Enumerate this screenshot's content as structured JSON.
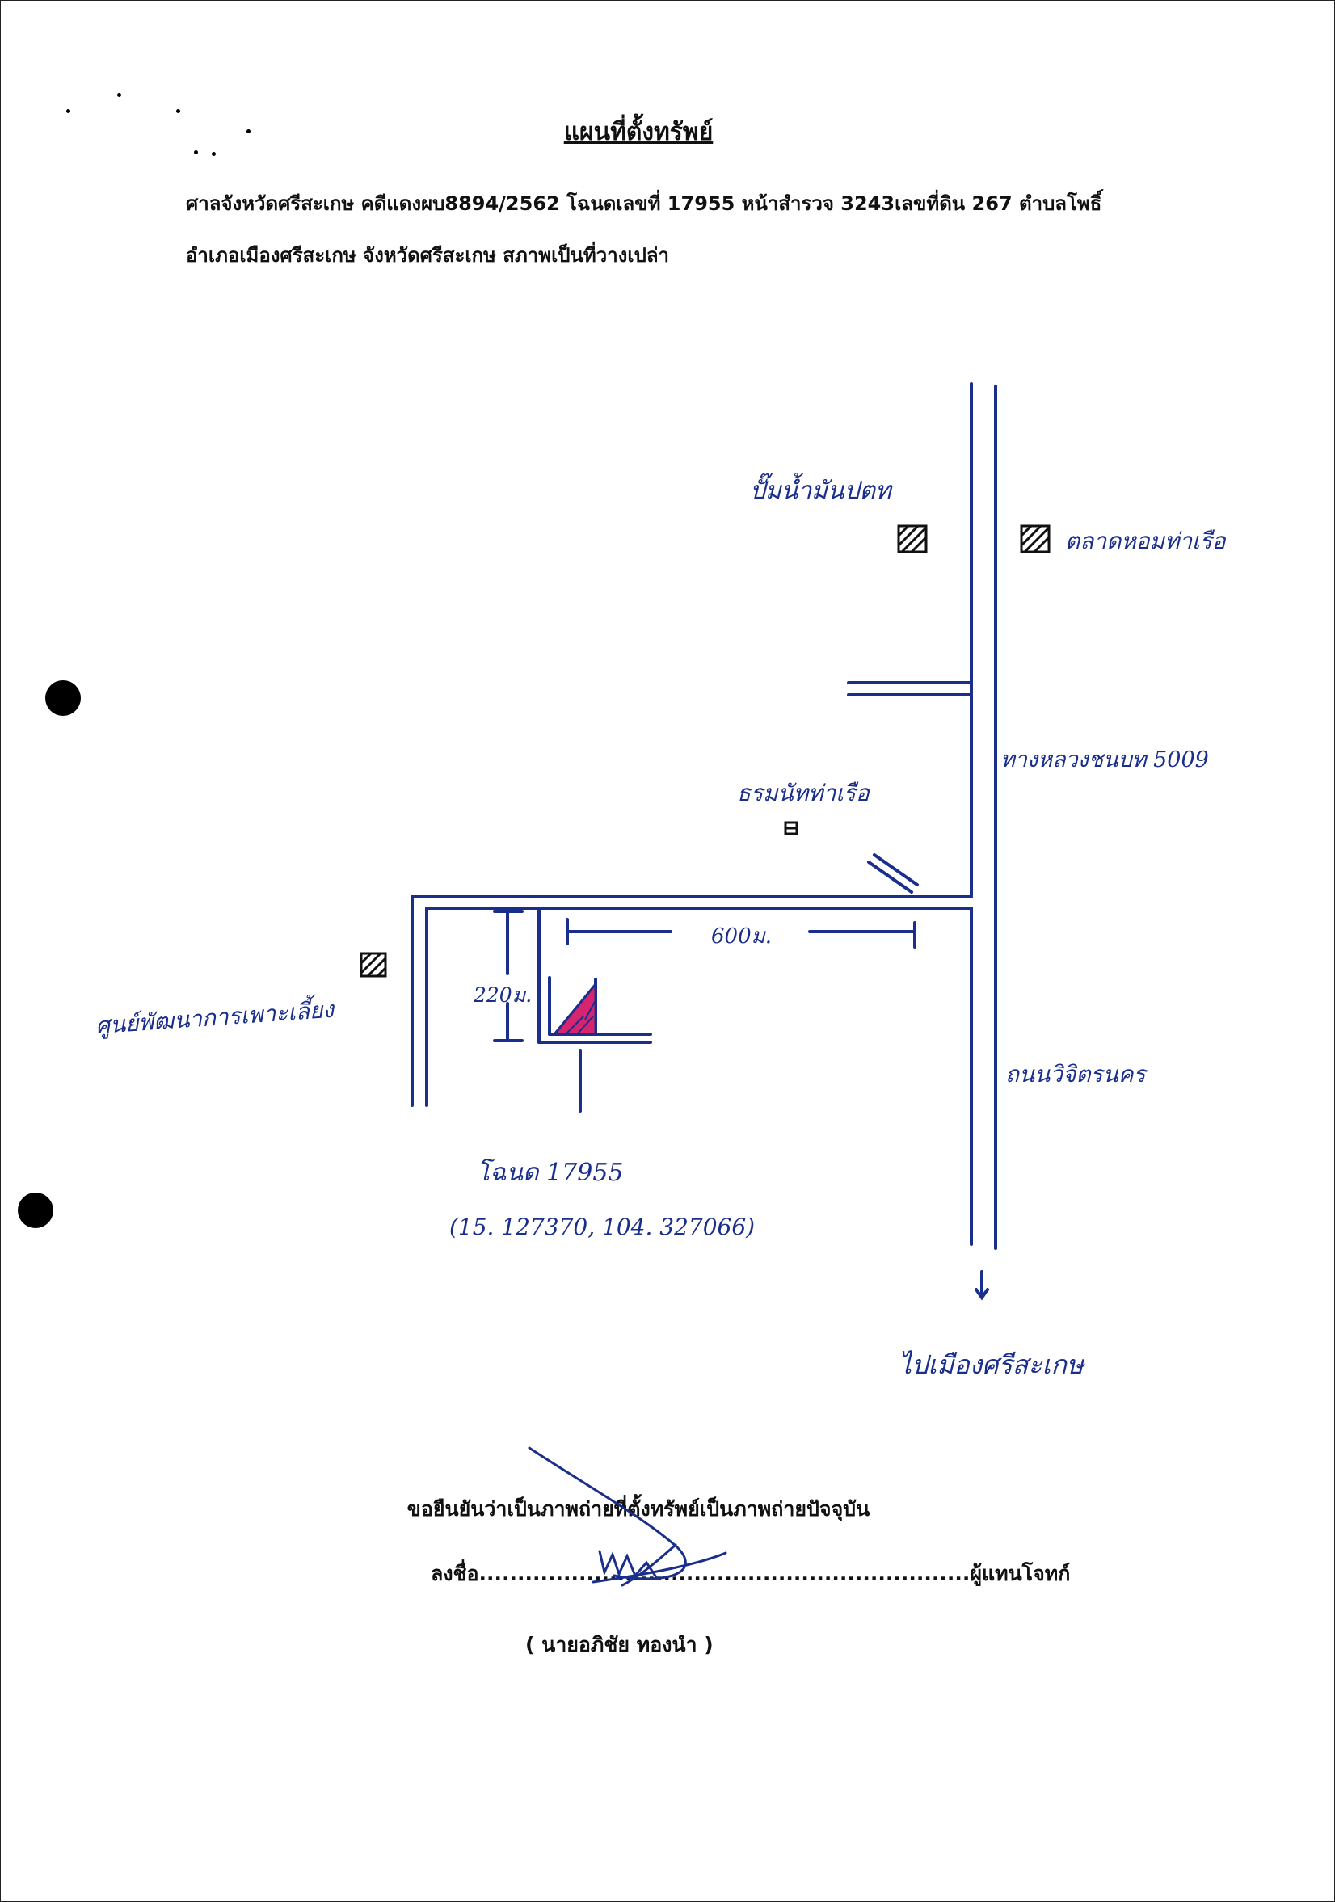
{
  "document": {
    "title": "แผนที่ตั้งทรัพย์",
    "line1": "ศาลจังหวัดศรีสะเกษ คดีแดงผบ8894/2562 โฉนดเลขที่ 17955 หน้าสำรวจ 3243เลขที่ดิน 267 ตำบลโพธิ์",
    "line2": "อำเภอเมืองศรีสะเกษ จังหวัดศรีสะเกษ สภาพเป็นที่วางเปล่า"
  },
  "map": {
    "labels": {
      "gas_station": "ปั๊มน้ำมันปตท",
      "market": "ตลาดหอมท่าเรือ",
      "highway": "ทางหลวงชนบท 5009",
      "temple": "ธรมนัทท่าเรือ",
      "distance_horizontal": "600ม.",
      "distance_vertical": "220ม.",
      "center": "ศูนย์พัฒนาการเพาะเลี้ยง",
      "road": "ถนนวิจิตรนคร",
      "deed": "โฉนด 17955",
      "coordinates": "(15. 127370, 104. 327066)",
      "direction": "ไปเมืองศรีสะเกษ"
    },
    "colors": {
      "ink": "#1a2e8c",
      "parcel": "#d6256e"
    }
  },
  "signature": {
    "confirm": "ขอยืนยันว่าเป็นภาพถ่ายที่ตั้งทรัพย์เป็นภาพถ่ายปัจจุบัน",
    "sign_prefix": "ลงชื่อ",
    "dots": "................................................................",
    "role": "ผู้แทนโจทก์",
    "name": "(  นายอภิชัย    ทองนำ  )"
  }
}
